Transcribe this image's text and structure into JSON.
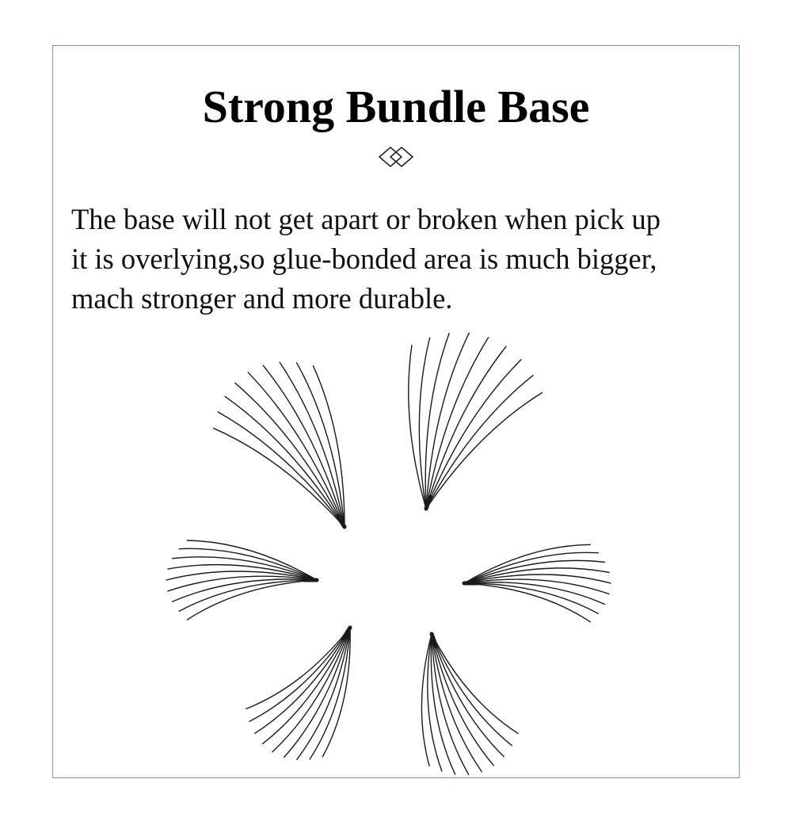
{
  "title": "Strong Bundle Base",
  "description": {
    "lines": [
      "The base will not get apart or broken when pick up",
      "it is overlying,so glue-bonded area is much bigger,",
      "mach stronger and more durable."
    ]
  },
  "colors": {
    "frame_border": "#6e9bb8",
    "text": "#000000",
    "lash": "#1a1a1a"
  },
  "icons": {
    "divider": "double-diamond-icon"
  },
  "figure": {
    "subject": "lash-fan-bundles",
    "bundle_count": 6
  }
}
